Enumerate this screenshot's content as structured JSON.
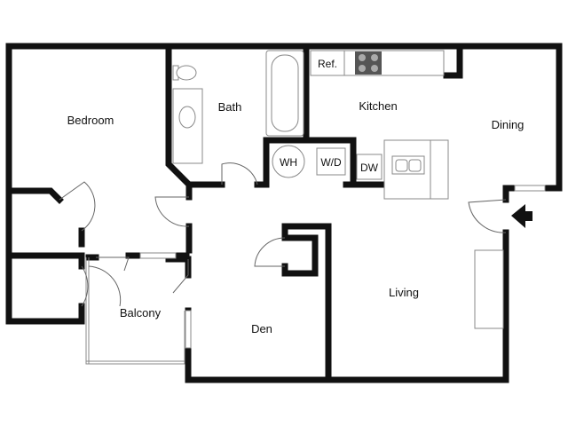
{
  "rooms": {
    "bedroom": "Bedroom",
    "bath": "Bath",
    "kitchen": "Kitchen",
    "dining": "Dining",
    "living": "Living",
    "den": "Den",
    "balcony": "Balcony"
  },
  "fixtures": {
    "refrigerator": "Ref.",
    "water_heater": "WH",
    "washer_dryer": "W/D",
    "dishwasher": "DW"
  },
  "icons": {
    "entry": "entry-arrow-icon"
  }
}
